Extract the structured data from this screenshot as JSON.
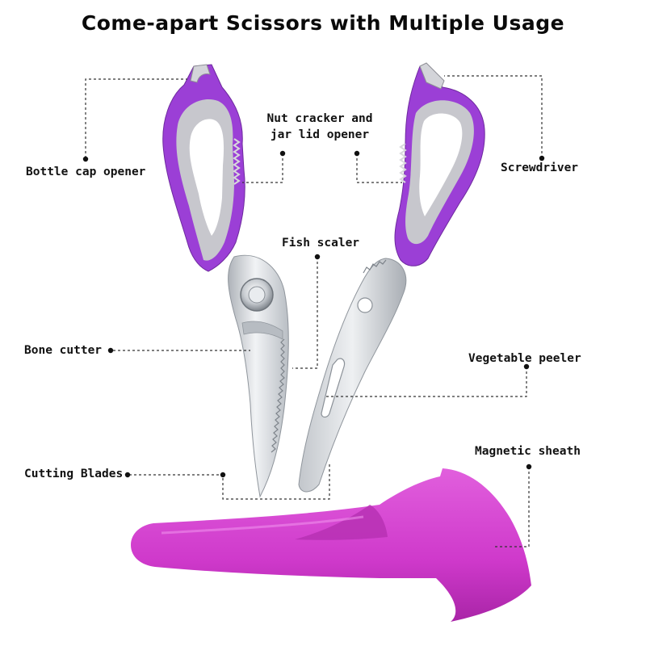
{
  "title": "Come-apart Scissors with Multiple Usage",
  "labels": {
    "bottle_cap_opener": "Bottle cap opener",
    "nut_cracker_line1": "Nut cracker and",
    "nut_cracker_line2": "jar lid opener",
    "screwdriver": "Screwdriver",
    "fish_scaler": "Fish scaler",
    "bone_cutter": "Bone cutter",
    "vegetable_peeler": "Vegetable peeler",
    "magnetic_sheath": "Magnetic sheath",
    "cutting_blades": "Cutting Blades"
  },
  "colors": {
    "handle_purple": "#9b3fd6",
    "handle_grey": "#c9c9cf",
    "steel": "#d9dce0",
    "sheath_magenta": "#d23fcf",
    "leader_line": "#333333"
  }
}
